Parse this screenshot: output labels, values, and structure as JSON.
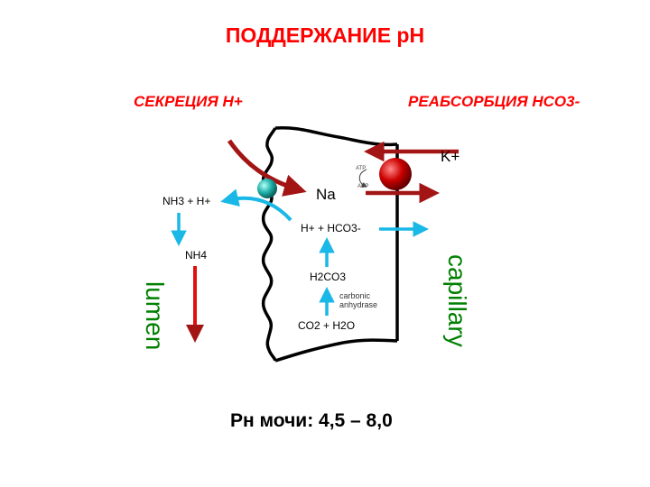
{
  "title": "ПОДДЕРЖАНИЕ рН",
  "subtitle_left": "СЕКРЕЦИЯ Н+",
  "subtitle_right": "РЕАБСОРБЦИЯ НСО3-",
  "side_label_left": "lumen",
  "side_label_right": "capillary",
  "labels": {
    "nh3_h": "NH3 + H+",
    "nh4": "NH4",
    "na": "Na",
    "k": "K+",
    "h_hco3": "H+ + HCO3-",
    "h2co3": "H2CO3",
    "enzyme": "carbonic anhydrase",
    "co2_h2o": "CO2 + H2O",
    "atp": "ATP",
    "adp": "ADP"
  },
  "footer": "Рн мочи:  4,5 – 8,0",
  "colors": {
    "title": "#ff0000",
    "side_labels": "#008000",
    "red_arrows": "#a31515",
    "cyan_arrows": "#19b8e6",
    "pump_sphere": "#cc0000",
    "transporter_sphere": "#20b2aa"
  }
}
